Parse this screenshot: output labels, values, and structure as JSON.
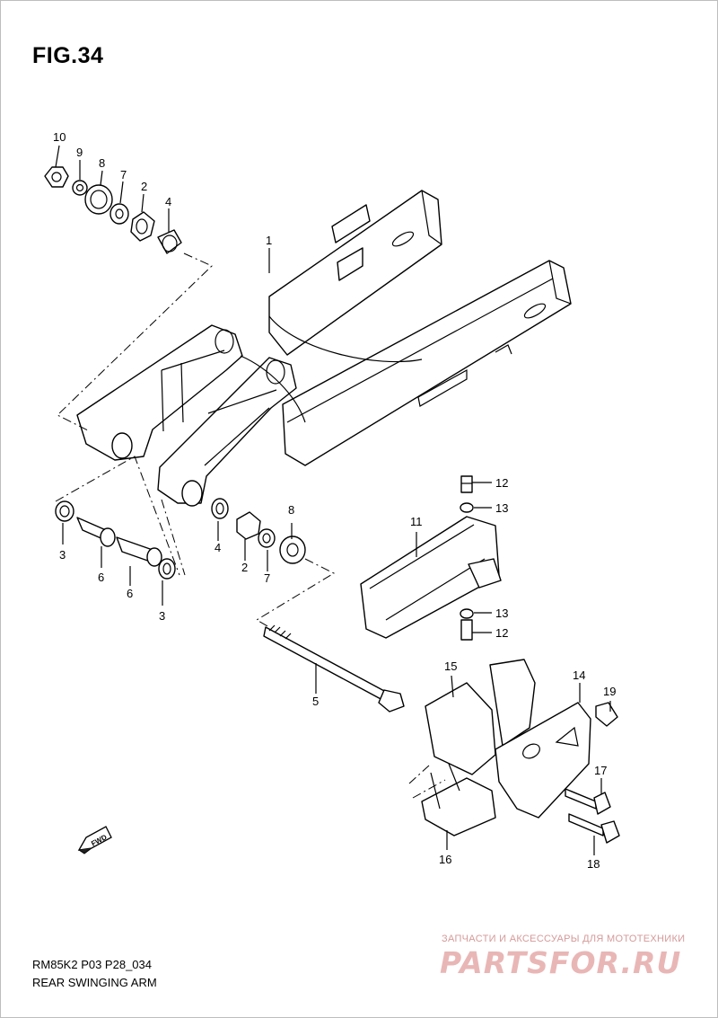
{
  "figure": {
    "title": "FIG.34"
  },
  "footer": {
    "code": "RM85K2 P03 P28_034",
    "name": "REAR SWINGING ARM"
  },
  "watermark": {
    "line": "ЗАПЧАСТИ И АКСЕССУАРЫ ДЛЯ МОТОТЕХНИКИ",
    "logo": "PARTSFOR.RU"
  },
  "fwd": {
    "label": "FWD"
  },
  "callouts": [
    "10",
    "9",
    "8",
    "7",
    "2",
    "4",
    "1",
    "3",
    "6",
    "6",
    "3",
    "4",
    "2",
    "7",
    "8",
    "5",
    "12",
    "13",
    "11",
    "13",
    "12",
    "15",
    "14",
    "19",
    "17",
    "16",
    "18"
  ]
}
